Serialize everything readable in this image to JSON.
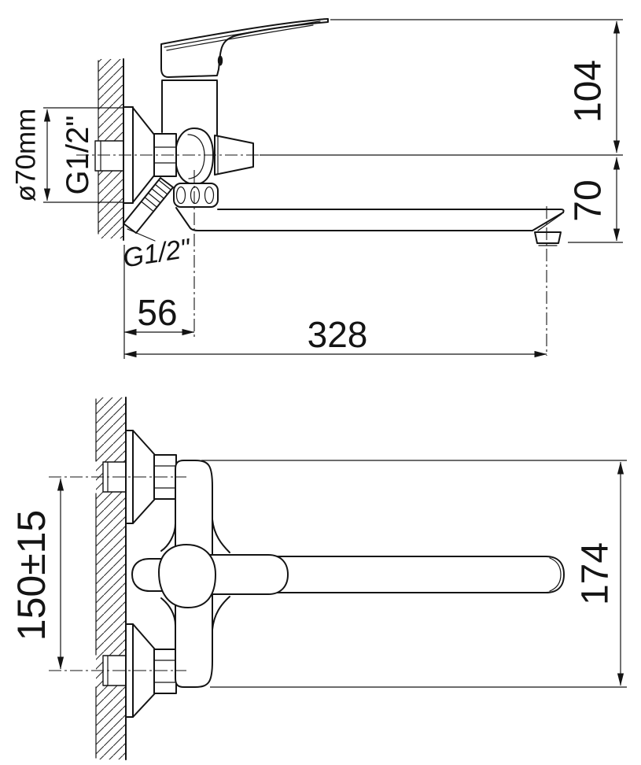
{
  "page": {
    "background": "#ffffff",
    "line_color": "#141414"
  },
  "drawing": {
    "title": "wall-mounted-mixer-tap-dimension-drawing",
    "side_view": {
      "dims": {
        "height_above_axis": "104",
        "spout_drop": "70",
        "flange_diameter": "ø70mm",
        "inlet_thread": "G1/2\"",
        "shower_thread": "G1/2\"",
        "wall_to_spout_axis": "56",
        "wall_to_outlet": "328"
      }
    },
    "front_view": {
      "dims": {
        "inlet_centres": "150±15",
        "body_height": "174"
      }
    }
  }
}
